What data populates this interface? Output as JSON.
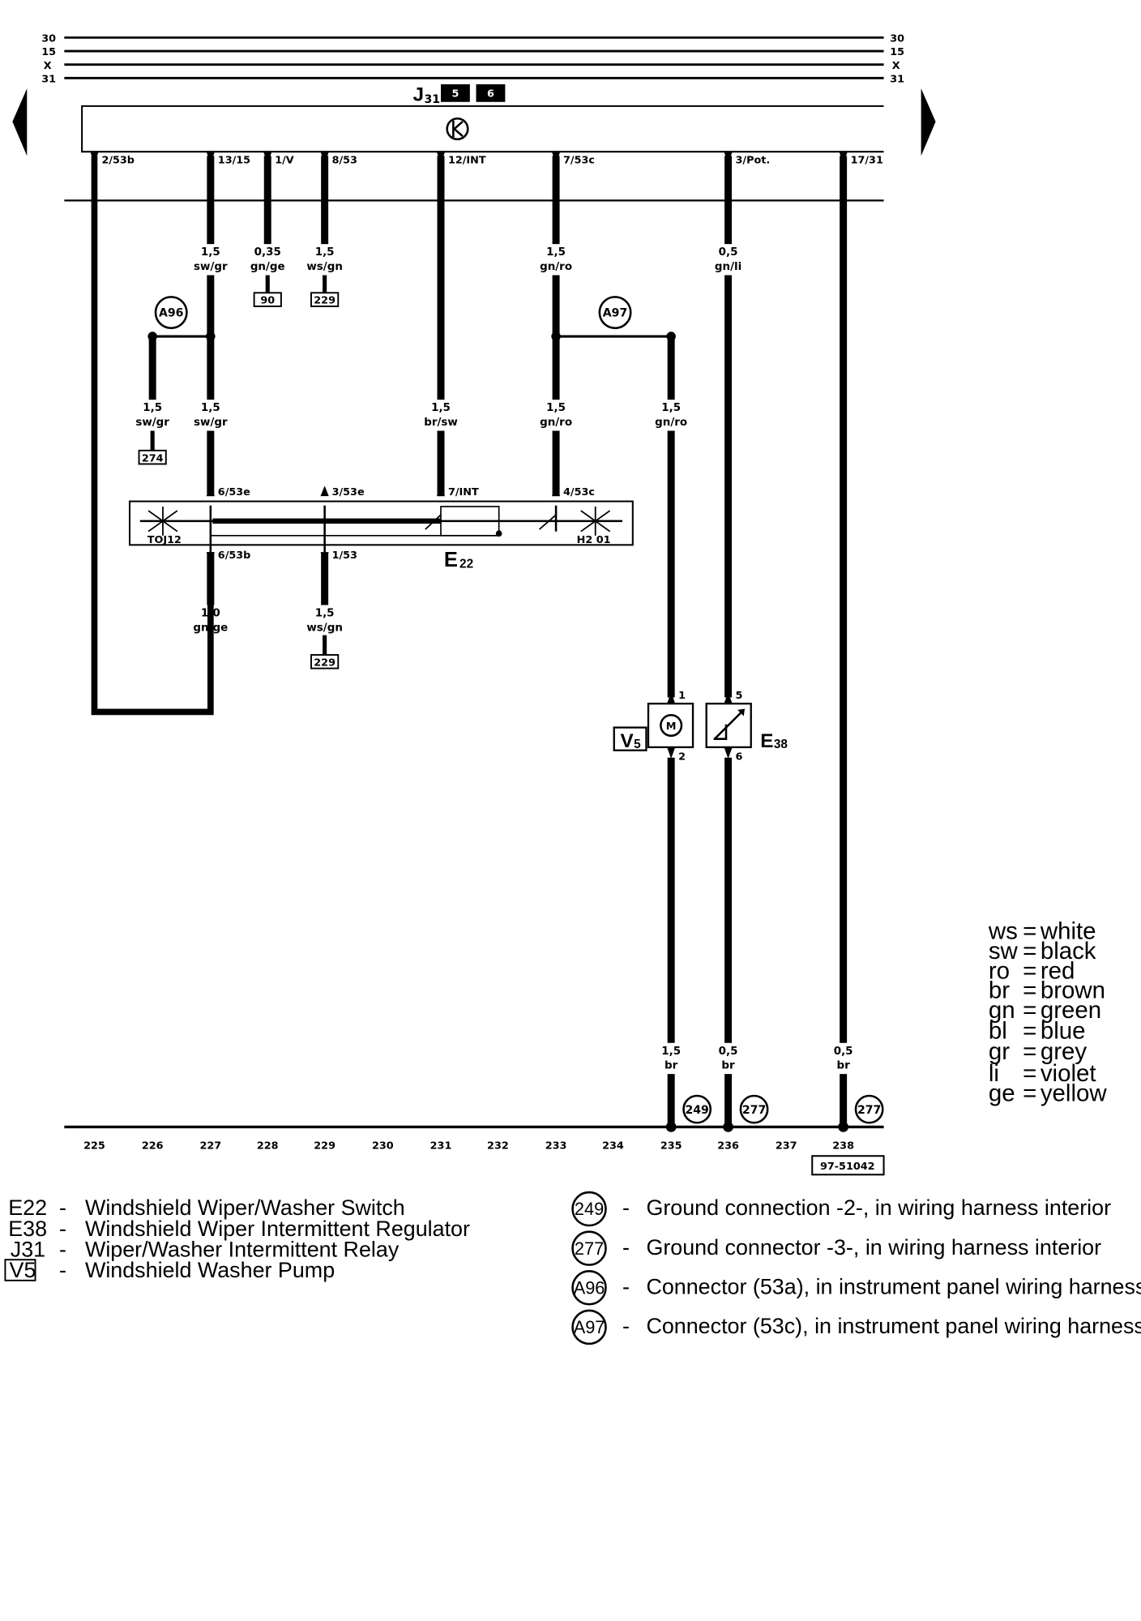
{
  "bus_lines": [
    "30",
    "15",
    "X",
    "31"
  ],
  "relay": {
    "label": "J",
    "sub": "31",
    "badges": [
      "5",
      "6"
    ]
  },
  "relay_pins": [
    "2/53b",
    "13/15",
    "1/V",
    "8/53",
    "12/INT",
    "7/53c",
    "3/Pot.",
    "17/31"
  ],
  "wire_specs": {
    "w1": [
      "1,5",
      "sw/gr"
    ],
    "w2": [
      "0,35",
      "gn/ge"
    ],
    "w3": [
      "1,5",
      "ws/gn"
    ],
    "w4": [
      "1,5",
      "gn/ro"
    ],
    "w5": [
      "0,5",
      "gn/li"
    ],
    "w6": [
      "1,5",
      "sw/gr"
    ],
    "w7": [
      "1,5",
      "sw/gr"
    ],
    "w8": [
      "1,5",
      "br/sw"
    ],
    "w9": [
      "1,5",
      "gn/ro"
    ],
    "w10": [
      "1,5",
      "gn/ro"
    ],
    "w11": [
      "1,0",
      "gn/ge"
    ],
    "w12": [
      "1,5",
      "ws/gn"
    ],
    "w13": [
      "1,5",
      "br"
    ],
    "w14": [
      "0,5",
      "br"
    ],
    "w15": [
      "0,5",
      "br"
    ]
  },
  "refs": [
    "90",
    "229",
    "274",
    "229"
  ],
  "connectors": [
    "A96",
    "A97"
  ],
  "switch": {
    "label": "E",
    "sub": "22",
    "pins_top": [
      "6/53e",
      "3/53e",
      "7/INT",
      "4/53c"
    ],
    "pins_bottom": [
      "6/53b",
      "1/53"
    ],
    "left_tag": "TOJ12",
    "right_tag": "H2 01"
  },
  "pump": {
    "label": "V",
    "sub": "5",
    "symbol": "M",
    "pin_top": "1",
    "pin_bottom": "2"
  },
  "regulator": {
    "label": "E",
    "sub": "38",
    "pin_top": "5",
    "pin_bottom": "6"
  },
  "ground_refs": [
    "249",
    "277",
    "277"
  ],
  "track_numbers": [
    "225",
    "226",
    "227",
    "228",
    "229",
    "230",
    "231",
    "232",
    "233",
    "234",
    "235",
    "236",
    "237",
    "238"
  ],
  "diagram_id": "97-51042",
  "components_legend": [
    {
      "code": "E22",
      "text": "Windshield Wiper/Washer Switch"
    },
    {
      "code": "E38",
      "text": "Windshield Wiper Intermittent Regulator"
    },
    {
      "code": "J31",
      "text": "Wiper/Washer Intermittent Relay"
    },
    {
      "code": "V5",
      "text": "Windshield Washer Pump"
    }
  ],
  "ground_legend": [
    {
      "ref": "249",
      "text": "Ground connection -2-, in wiring harness interior"
    },
    {
      "ref": "277",
      "text": "Ground connector -3-, in wiring harness interior"
    },
    {
      "ref": "A96",
      "text": "Connector (53a), in instrument panel wiring harness"
    },
    {
      "ref": "A97",
      "text": "Connector (53c), in instrument panel wiring harness"
    }
  ],
  "color_codes": [
    {
      "abbr": "ws",
      "name": "white"
    },
    {
      "abbr": "sw",
      "name": "black"
    },
    {
      "abbr": "ro",
      "name": "red"
    },
    {
      "abbr": "br",
      "name": "brown"
    },
    {
      "abbr": "gn",
      "name": "green"
    },
    {
      "abbr": "bl",
      "name": "blue"
    },
    {
      "abbr": "gr",
      "name": "grey"
    },
    {
      "abbr": "li",
      "name": "violet"
    },
    {
      "abbr": "ge",
      "name": "yellow"
    }
  ],
  "dash": "-",
  "equals": "="
}
